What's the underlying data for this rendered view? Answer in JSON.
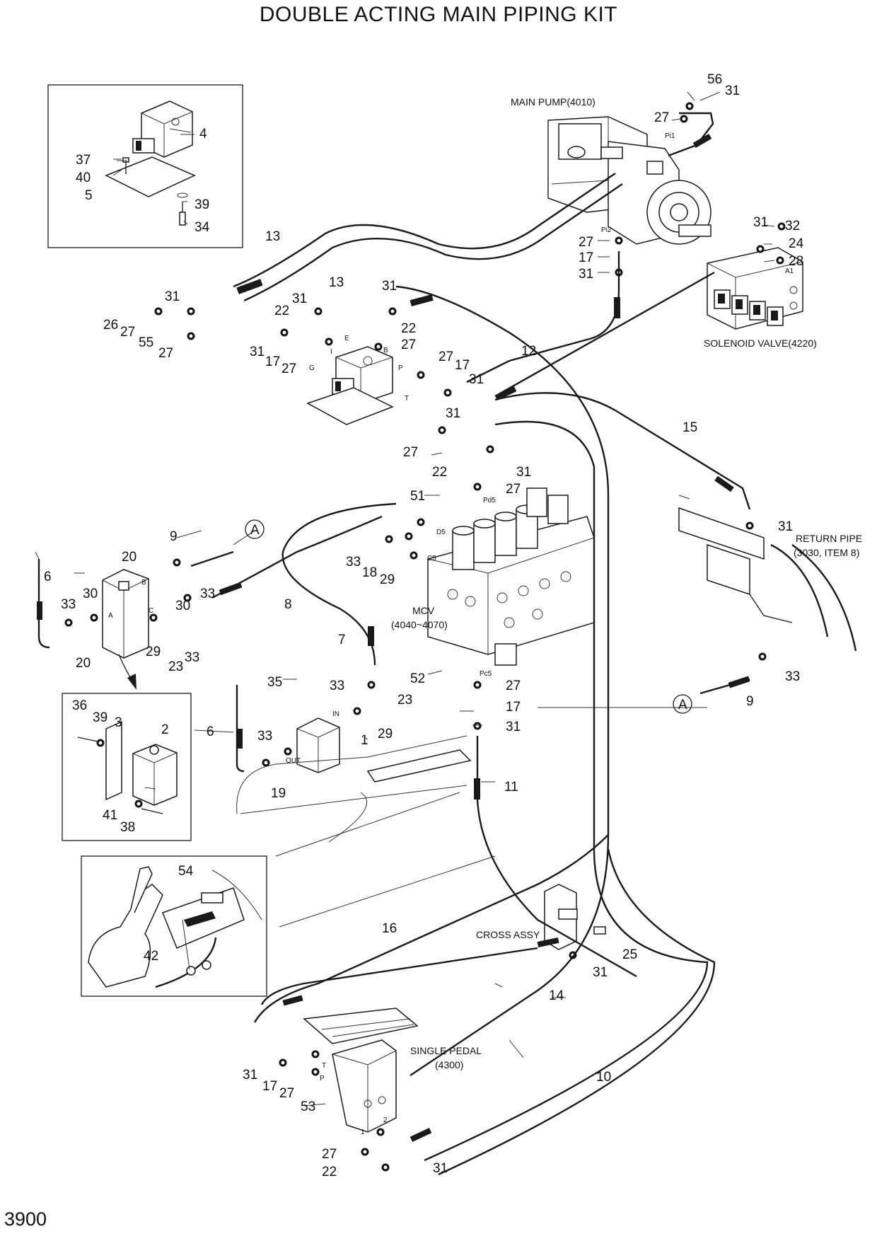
{
  "title": "DOUBLE ACTING MAIN PIPING KIT",
  "page_number": "3900",
  "components": {
    "main_pump": "MAIN PUMP(4010)",
    "solenoid_valve": "SOLENOID VALVE(4220)",
    "return_pipe_line1": "RETURN PIPE",
    "return_pipe_line2": "(3030, ITEM 8)",
    "mcv_line1": "MCV",
    "mcv_line2": "(4040~4070)",
    "cross_assy": "CROSS ASSY",
    "single_pedal_line1": "SINGLE PEDAL",
    "single_pedal_line2": "(4300)"
  },
  "port_labels": {
    "pi1": "Pi1",
    "pi2": "Pi2",
    "a1": "A1",
    "pd5": "Pd5",
    "d5": "D5",
    "c5": "C5",
    "pc5": "Pc5",
    "e": "E",
    "b": "B",
    "i": "I",
    "g": "G",
    "p": "P",
    "t": "T",
    "in": "IN",
    "out": "OUT",
    "a": "A",
    "b2": "B",
    "c": "C",
    "pedal_t": "T",
    "pedal_p": "P",
    "pedal_1": "1",
    "pedal_2": "2"
  },
  "reference_markers": [
    "A",
    "A"
  ],
  "callouts": [
    "56",
    "31",
    "27",
    "31",
    "32",
    "24",
    "28",
    "27",
    "17",
    "31",
    "31",
    "13",
    "13",
    "22",
    "31",
    "31",
    "22",
    "27",
    "26",
    "27",
    "55",
    "27",
    "31",
    "17",
    "27",
    "12",
    "27",
    "17",
    "31",
    "31",
    "15",
    "27",
    "22",
    "31",
    "51",
    "27",
    "31",
    "9",
    "20",
    "33",
    "30",
    "33",
    "18",
    "29",
    "6",
    "33",
    "30",
    "8",
    "7",
    "29",
    "23",
    "33",
    "20",
    "52",
    "27",
    "17",
    "31",
    "35",
    "33",
    "23",
    "29",
    "1",
    "33",
    "19",
    "6",
    "11",
    "16",
    "14",
    "31",
    "25",
    "31",
    "17",
    "27",
    "53",
    "10",
    "27",
    "22",
    "31",
    "4",
    "37",
    "40",
    "5",
    "39",
    "34",
    "36",
    "39",
    "3",
    "2",
    "41",
    "38",
    "54",
    "42",
    "9",
    "33"
  ]
}
